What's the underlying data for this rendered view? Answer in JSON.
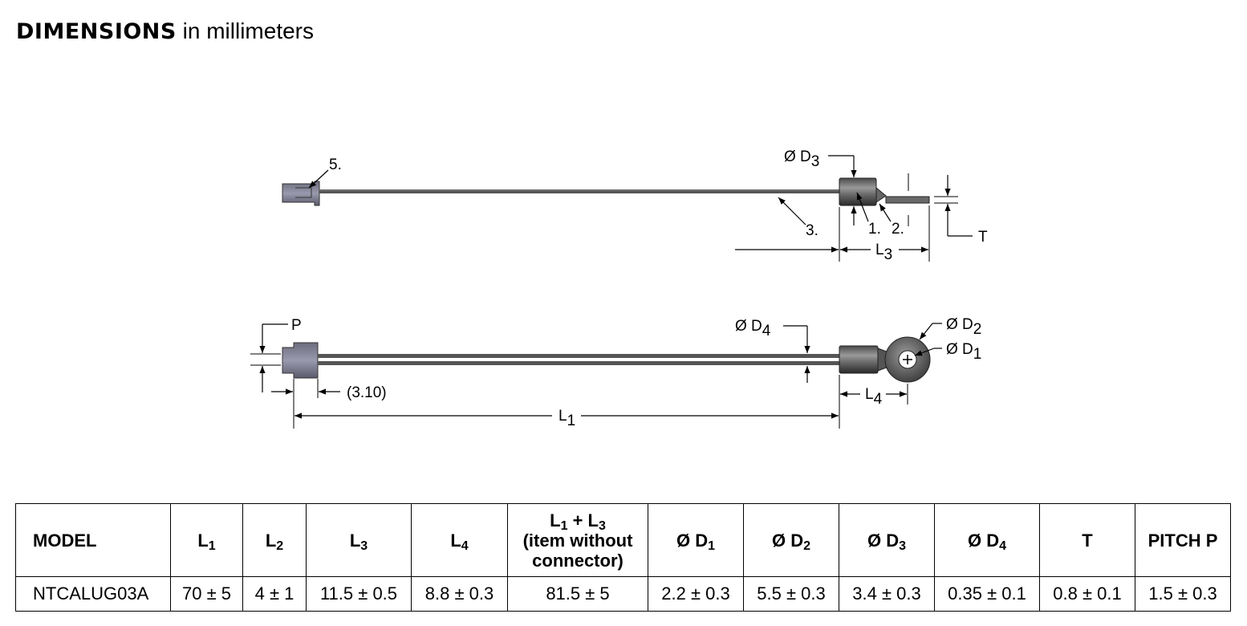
{
  "heading": {
    "bold": "DIMENSIONS",
    "normal": " in millimeters"
  },
  "drawing": {
    "top_labels": {
      "item5": "5.",
      "item3": "3.",
      "item1": "1.",
      "item2": "2.",
      "d3": "Ø D",
      "d3_sub": "3",
      "l3": "L",
      "l3_sub": "3",
      "t": "T"
    },
    "bottom_labels": {
      "p": "P",
      "offset": "(3.10)",
      "d4": "Ø D",
      "d4_sub": "4",
      "d2": "Ø D",
      "d2_sub": "2",
      "d1": "Ø D",
      "d1_sub": "1",
      "l4": "L",
      "l4_sub": "4",
      "l1": "L",
      "l1_sub": "1"
    }
  },
  "table": {
    "headers": [
      {
        "main": "MODEL",
        "sub": ""
      },
      {
        "main": "L",
        "sub": "1"
      },
      {
        "main": "L",
        "sub": "2"
      },
      {
        "main": "L",
        "sub": "3"
      },
      {
        "main": "L",
        "sub": "4"
      },
      {
        "line1_a": "L",
        "line1_a_sub": "1",
        "line1_b": " + L",
        "line1_b_sub": "3",
        "line2": "(item without",
        "line3": "connector)"
      },
      {
        "main": "Ø D",
        "sub": "1"
      },
      {
        "main": "Ø D",
        "sub": "2"
      },
      {
        "main": "Ø D",
        "sub": "3"
      },
      {
        "main": "Ø D",
        "sub": "4"
      },
      {
        "main": "T",
        "sub": ""
      },
      {
        "main": "PITCH P",
        "sub": ""
      }
    ],
    "row": [
      "NTCALUG03A",
      "70 ± 5",
      "4 ± 1",
      "11.5 ± 0.5",
      "8.8 ± 0.3",
      "81.5 ± 5",
      "2.2 ± 0.3",
      "5.5 ± 0.3",
      "3.4 ± 0.3",
      "0.35 ± 0.1",
      "0.8 ± 0.1",
      "1.5 ± 0.3"
    ]
  }
}
